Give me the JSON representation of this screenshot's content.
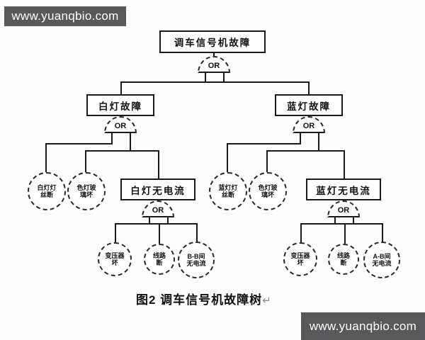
{
  "watermarks": {
    "top": "www.yuanqbio.com",
    "bottom": "www.yuanqbio.com"
  },
  "colors": {
    "watermark_bg": "#59595b",
    "line": "#1a1a1a"
  },
  "gate_label": "OR",
  "caption": {
    "text": "图2  调车信号机故障树",
    "return_mark": "↵"
  },
  "nodes": {
    "root": "调车信号机故障",
    "white_fault": "白灯故障",
    "blue_fault": "蓝灯故障",
    "white_no_current": "白灯无电流",
    "blue_no_current": "蓝灯无电流"
  },
  "events": {
    "white_filament": {
      "l1": "白灯灯",
      "l2": "丝断"
    },
    "white_glass": {
      "l1": "色灯玻",
      "l2": "璃坏"
    },
    "blue_filament": {
      "l1": "蓝灯灯",
      "l2": "丝断"
    },
    "blue_glass": {
      "l1": "色灯玻",
      "l2": "璃坏"
    },
    "white_transformer": {
      "l1": "变压器",
      "l2": "坏"
    },
    "white_line_break": {
      "l1": "线路",
      "l2": "断"
    },
    "white_bb_no_current": {
      "l1": "B-B间",
      "l2": "无电流"
    },
    "blue_transformer": {
      "l1": "变压器",
      "l2": "坏"
    },
    "blue_line_break": {
      "l1": "线路",
      "l2": "断"
    },
    "blue_ab_no_current": {
      "l1": "A-B间",
      "l2": "无电流"
    }
  }
}
